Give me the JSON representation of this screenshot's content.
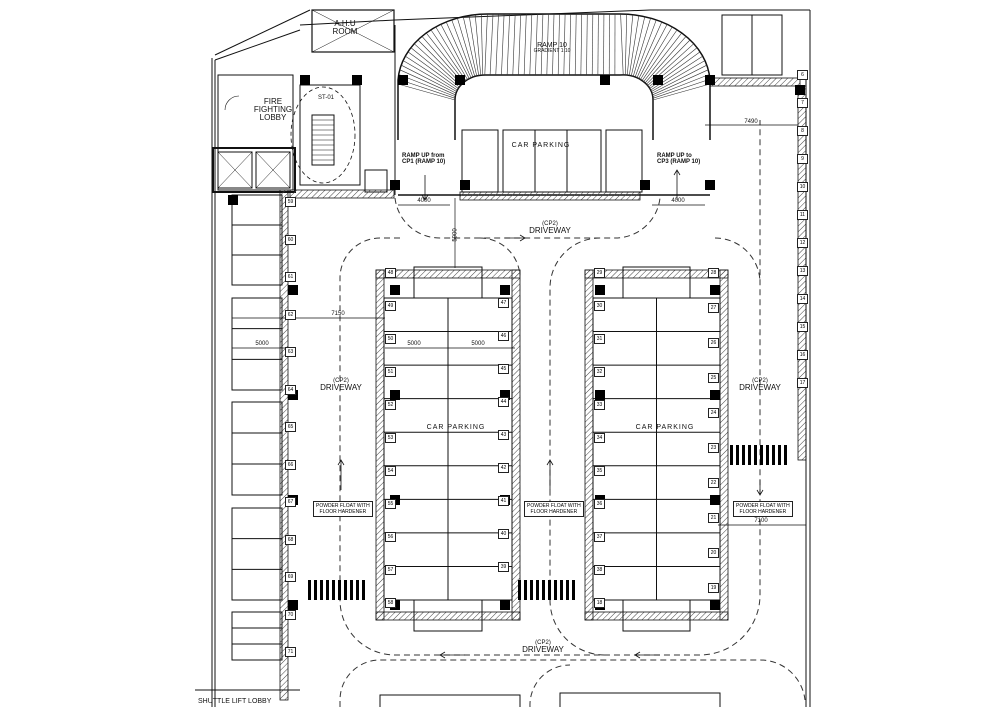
{
  "rooms": {
    "ahu": "A.H.U\nROOM",
    "ahu_line1": "A.H.U",
    "ahu_line2": "ROOM",
    "fire_lobby_1": "FIRE",
    "fire_lobby_2": "FIGHTING",
    "fire_lobby_3": "LOBBY",
    "stair": "ST-01",
    "shuttle_lobby": "SHUTTLE LIFT LOBBY"
  },
  "ramps": {
    "title": "RAMP 10",
    "gradient": "GRADIENT 1:10",
    "left_label_1": "RAMP UP from",
    "left_label_2": "CP1 (RAMP 10)",
    "right_label_1": "RAMP UP to",
    "right_label_2": "CP3 (RAMP 10)"
  },
  "parking": {
    "top_label": "CAR PARKING",
    "left_label": "CAR PARKING",
    "right_label": "CAR PARKING"
  },
  "driveways": {
    "top_1": "(CP2)",
    "top_2": "DRIVEWAY",
    "left_1": "(CP2)",
    "left_2": "DRIVEWAY",
    "right_1": "(CP2)",
    "right_2": "DRIVEWAY",
    "bottom_1": "(CP2)",
    "bottom_2": "DRIVEWAY"
  },
  "notes": {
    "floor_finish_1": "POWDER FLOAT WITH",
    "floor_finish_2": "FLOOR HARDENER"
  },
  "dimensions": {
    "ramp_left_width": "4000",
    "ramp_right_width": "4000",
    "top_gap": "5900",
    "right_top": "7490",
    "left_aisle": "7150",
    "bay_left": "5000",
    "bay_mid_1": "5000",
    "bay_mid_2": "5000",
    "right_bottom": "7100"
  },
  "bay_numbers": {
    "left_column": [
      "59",
      "60",
      "61",
      "62",
      "63",
      "64",
      "65",
      "66",
      "67",
      "68",
      "69",
      "70",
      "71"
    ],
    "island_a_left": [
      "48",
      "49",
      "50",
      "51",
      "52",
      "53",
      "54",
      "55",
      "56",
      "57",
      "58"
    ],
    "island_a_right": [
      "47",
      "46",
      "45",
      "44",
      "43",
      "42",
      "41",
      "40",
      "39"
    ],
    "island_b_left": [
      "29",
      "30",
      "31",
      "32",
      "33",
      "34",
      "35",
      "36",
      "37",
      "38",
      "18"
    ],
    "island_b_right": [
      "28",
      "27",
      "26",
      "25",
      "24",
      "23",
      "22",
      "21",
      "20",
      "19"
    ],
    "right_column": [
      "6",
      "7",
      "8",
      "9",
      "10",
      "11",
      "12",
      "13",
      "14",
      "15",
      "16",
      "17"
    ]
  },
  "colors": {
    "line": "#111111",
    "dash": "#333333",
    "hatch": "#444444",
    "column": "#000000"
  }
}
